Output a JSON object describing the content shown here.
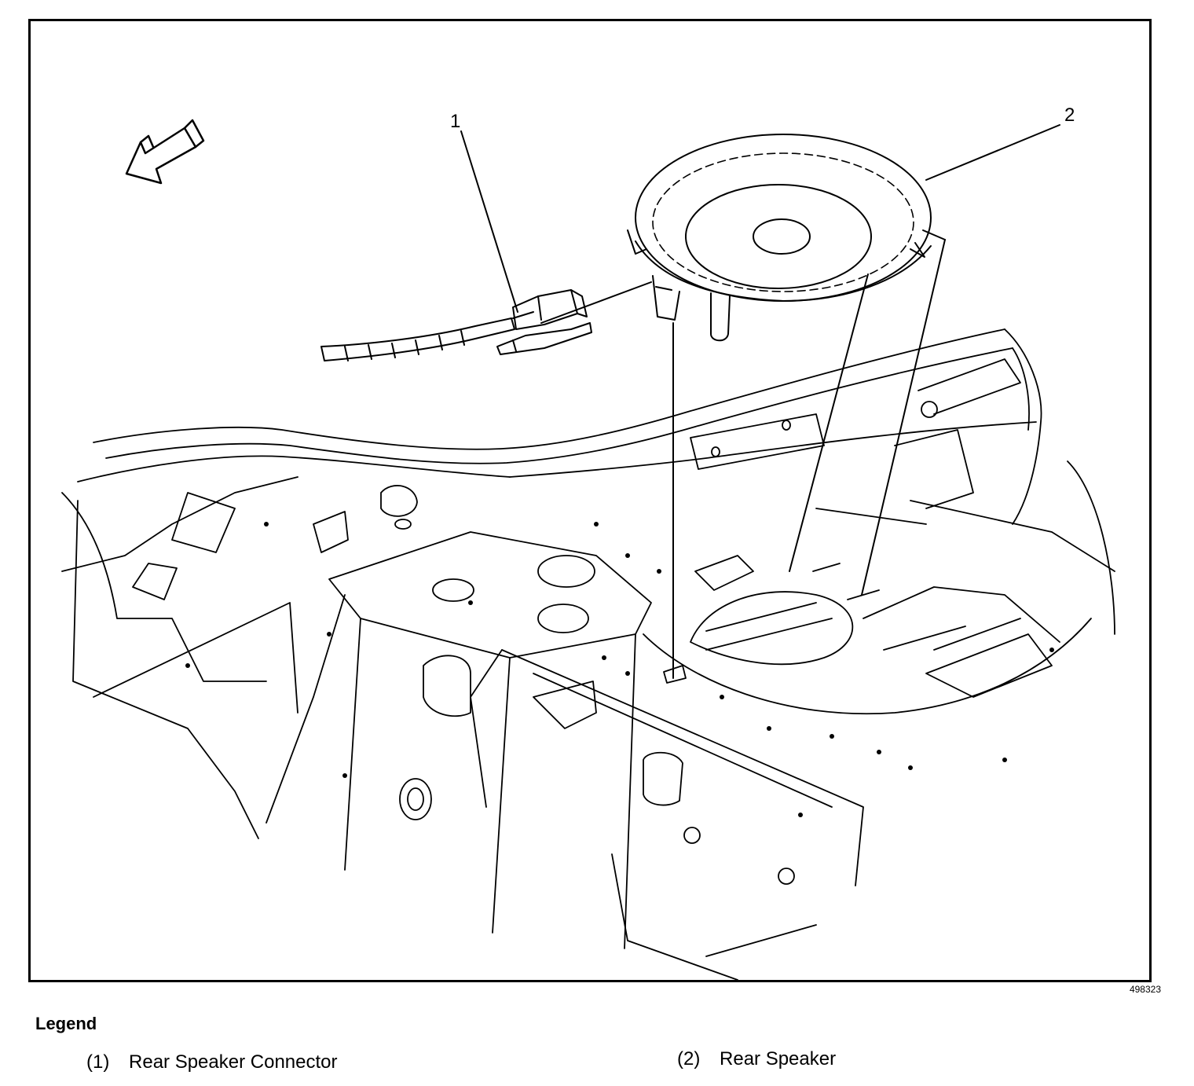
{
  "figure": {
    "callouts": [
      "1",
      "2"
    ],
    "figure_id": "498323"
  },
  "legend": {
    "title": "Legend",
    "items": [
      {
        "number": "(1)",
        "label": "Rear Speaker Connector"
      },
      {
        "number": "(2)",
        "label": "Rear Speaker"
      }
    ]
  },
  "icons": {
    "direction_arrow": "front-direction-arrow-icon"
  },
  "colors": {
    "line": "#000000",
    "background": "#ffffff"
  }
}
